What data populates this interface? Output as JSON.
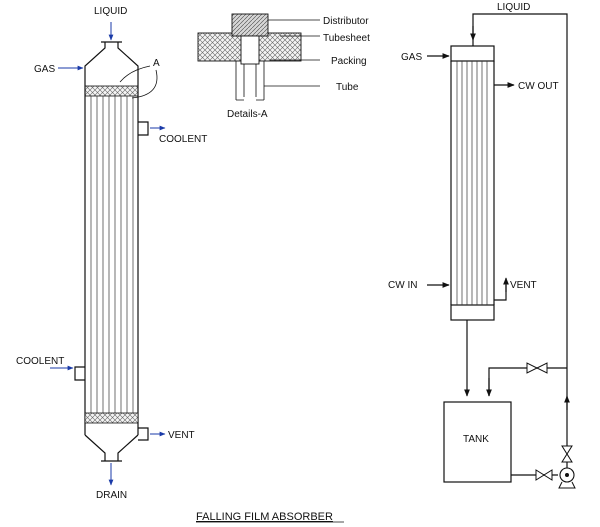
{
  "diagram": {
    "labels": {
      "liquid_left": "LIQUID",
      "gas_left": "GAS",
      "callout_a": "A",
      "coolent_top": "COOLENT",
      "coolent_bottom": "COOLENT",
      "vent_left": "VENT",
      "drain": "DRAIN",
      "distributor": "Distributor",
      "tubesheet": "Tubesheet",
      "packing": "Packing",
      "tube": "Tube",
      "details_a": "Details-A",
      "liquid_right": "LIQUID",
      "gas_right": "GAS",
      "cw_out": "CW OUT",
      "cw_in": "CW IN",
      "vent_right": "VENT",
      "tank": "TANK",
      "title": "FALLING FILM ABSORBER"
    },
    "colors": {
      "arrow": "#1a3aa8",
      "line": "#111111",
      "packing": "#bdbdbd"
    }
  }
}
